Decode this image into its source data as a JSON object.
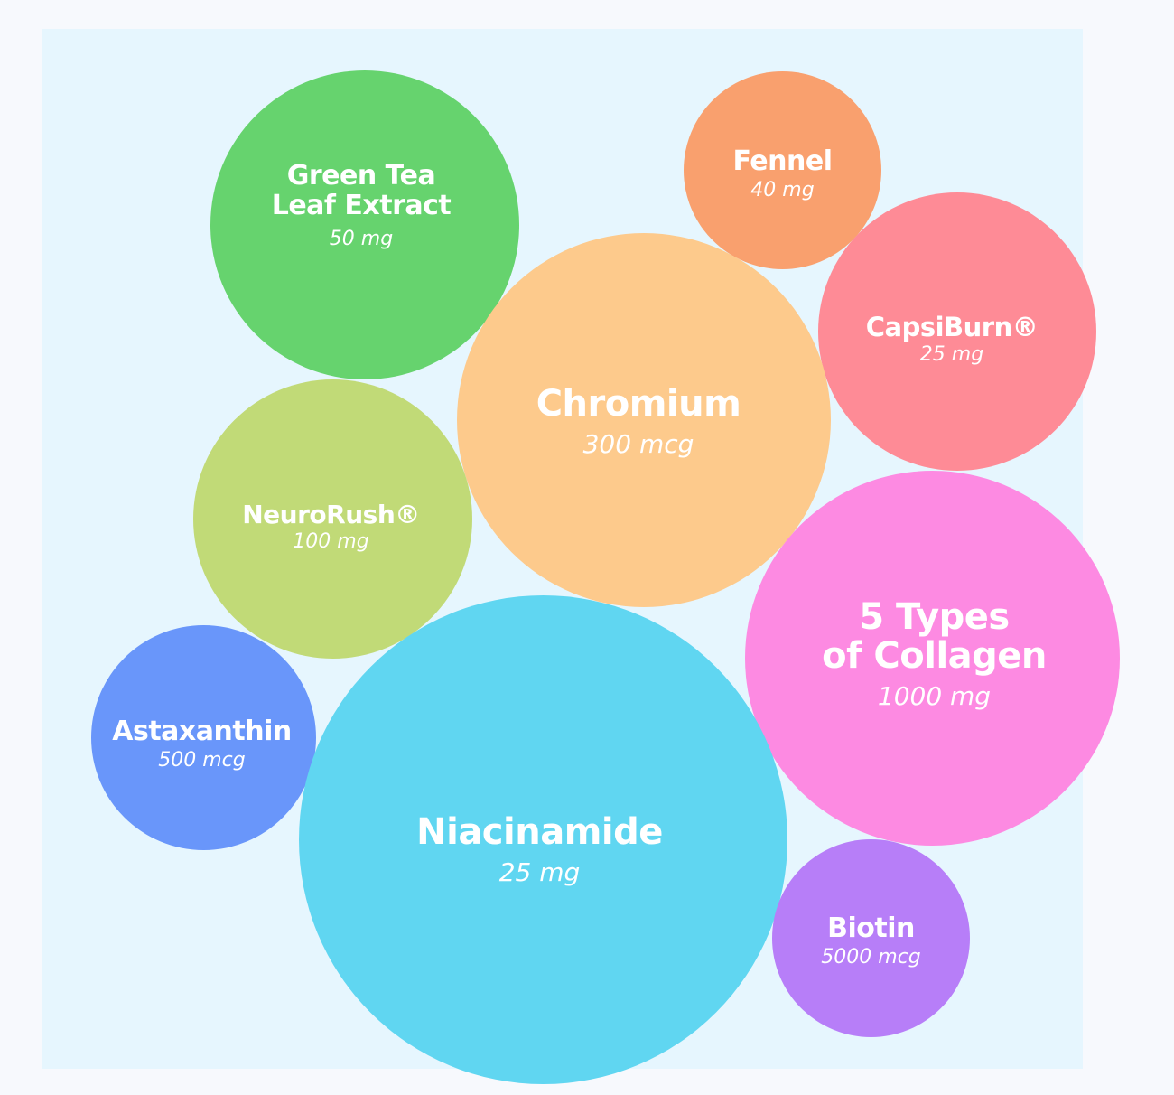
{
  "colors": {
    "background": "#e6f6fe",
    "text": "#ffffff"
  },
  "bubbles": {
    "green_tea": {
      "name": "Green Tea\nLeaf Extract",
      "dose": "50 mg",
      "color": "#66d36e"
    },
    "fennel": {
      "name": "Fennel",
      "dose": "40 mg",
      "color": "#f9a06e"
    },
    "capsiburn": {
      "name": "CapsiBurn®",
      "dose": "25 mg",
      "color": "#fe8b96"
    },
    "chromium": {
      "name": "Chromium",
      "dose": "300 mcg",
      "color": "#fdca8c"
    },
    "neurorush": {
      "name": "NeuroRush®",
      "dose": "100 mg",
      "color": "#c1da77"
    },
    "collagen": {
      "name": "5 Types\nof Collagen",
      "dose": "1000 mg",
      "color": "#fd8ae2"
    },
    "astaxanthin": {
      "name": "Astaxanthin",
      "dose": "500 mcg",
      "color": "#6996fa"
    },
    "niacinamide": {
      "name": "Niacinamide",
      "dose": "25 mg",
      "color": "#60d6f1"
    },
    "biotin": {
      "name": "Biotin",
      "dose": "5000 mcg",
      "color": "#b77ef8"
    }
  }
}
